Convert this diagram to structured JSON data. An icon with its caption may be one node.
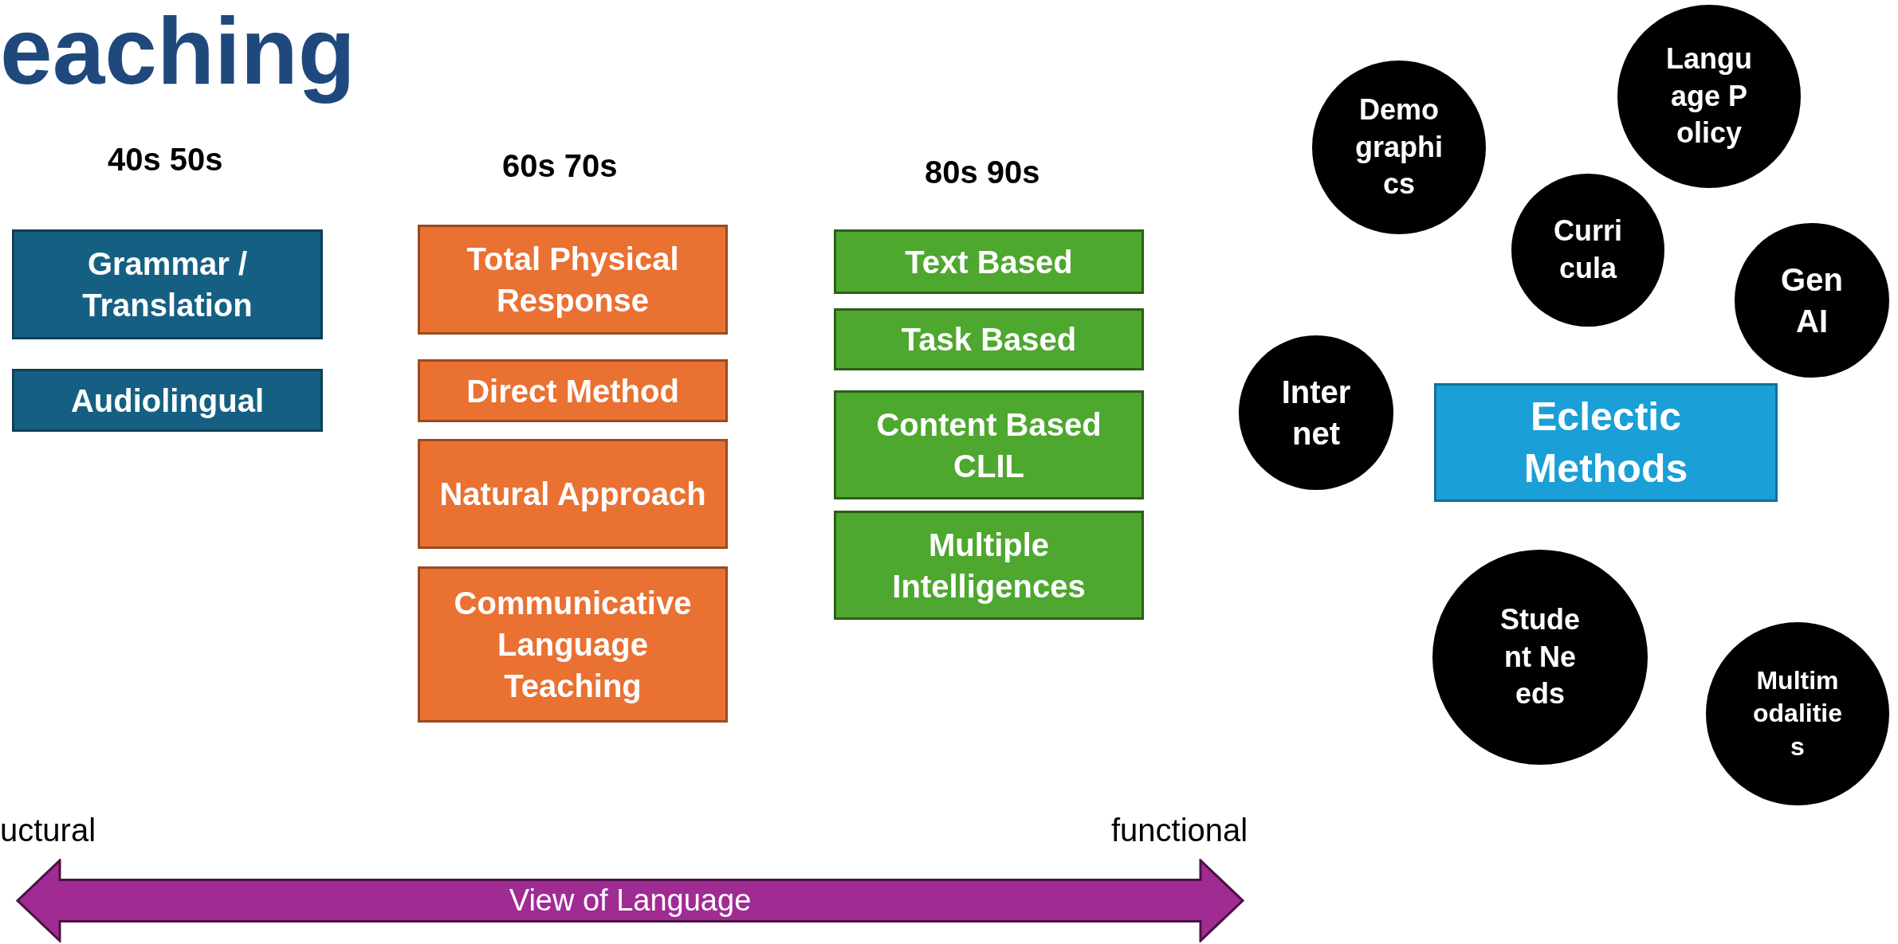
{
  "diagram": {
    "title": "eaching",
    "nodes": [
      {
        "text": [
          "Grammar / Translation"
        ]
      },
      {
        "text": [
          "Audiolingual"
        ]
      },
      {
        "text": [
          "Total Physical Response"
        ]
      },
      {
        "text": [
          "Direct Method"
        ]
      },
      {
        "text": [
          "Natural Approach"
        ]
      },
      {
        "text": [
          "Communicative Language Teaching"
        ]
      },
      {
        "text": [
          "Text Based"
        ]
      },
      {
        "text": [
          "Task Based"
        ]
      },
      {
        "text": [
          "Content Based CLIL"
        ]
      },
      {
        "text": [
          "Multiple Intelligences"
        ]
      },
      {
        "text": [
          "Demographics"
        ]
      },
      {
        "text": [
          "Language Policy"
        ]
      },
      {
        "text": [
          "Curricula"
        ]
      },
      {
        "text": [
          "Gen AI"
        ]
      },
      {
        "text": [
          "Internet"
        ]
      },
      {
        "text": [
          "Eclectic Methods"
        ]
      },
      {
        "text": [
          "Student Needs"
        ]
      },
      {
        "text": [
          "Multimodalities"
        ]
      },
      {
        "text": [
          "View of Language"
        ]
      }
    ],
    "labels": [
      "40s 50s",
      "60s 70s",
      "80s 90s",
      "uctural",
      "functional"
    ]
  }
}
